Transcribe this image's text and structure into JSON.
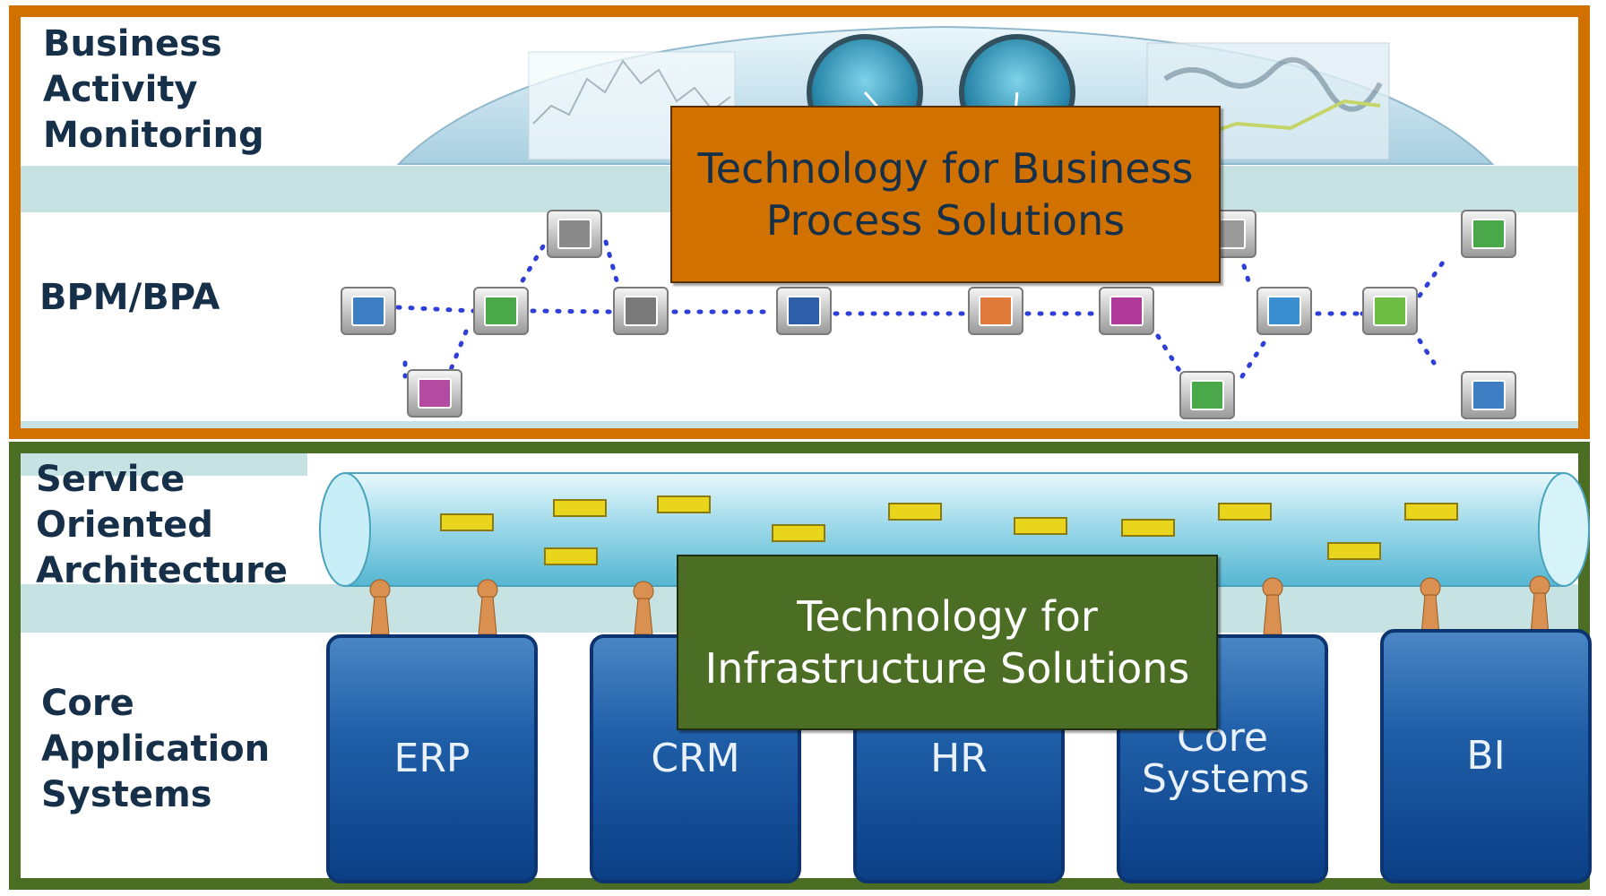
{
  "layers": {
    "bam": "Business Activity Monitoring",
    "bpm": "BPM/BPA",
    "soa": "Service Oriented Architecture",
    "core": "Core Application Systems"
  },
  "callouts": {
    "business": "Technology for Business Process Solutions",
    "infrastructure": "Technology for Infrastructure Solutions"
  },
  "systems": [
    "ERP",
    "CRM",
    "HR",
    "Core Systems",
    "BI"
  ],
  "colors": {
    "business_frame": "#d17200",
    "infrastructure_frame": "#4b6e24",
    "label_text": "#16304a",
    "band": "#c7e2e2",
    "app_box": "#1f5fa8",
    "message": "#e8d51c",
    "connector": "#d99050"
  },
  "icons": [
    "dashboard-gauge-icon",
    "process-step-icon",
    "service-bus-pipe-icon",
    "message-packet-icon"
  ]
}
